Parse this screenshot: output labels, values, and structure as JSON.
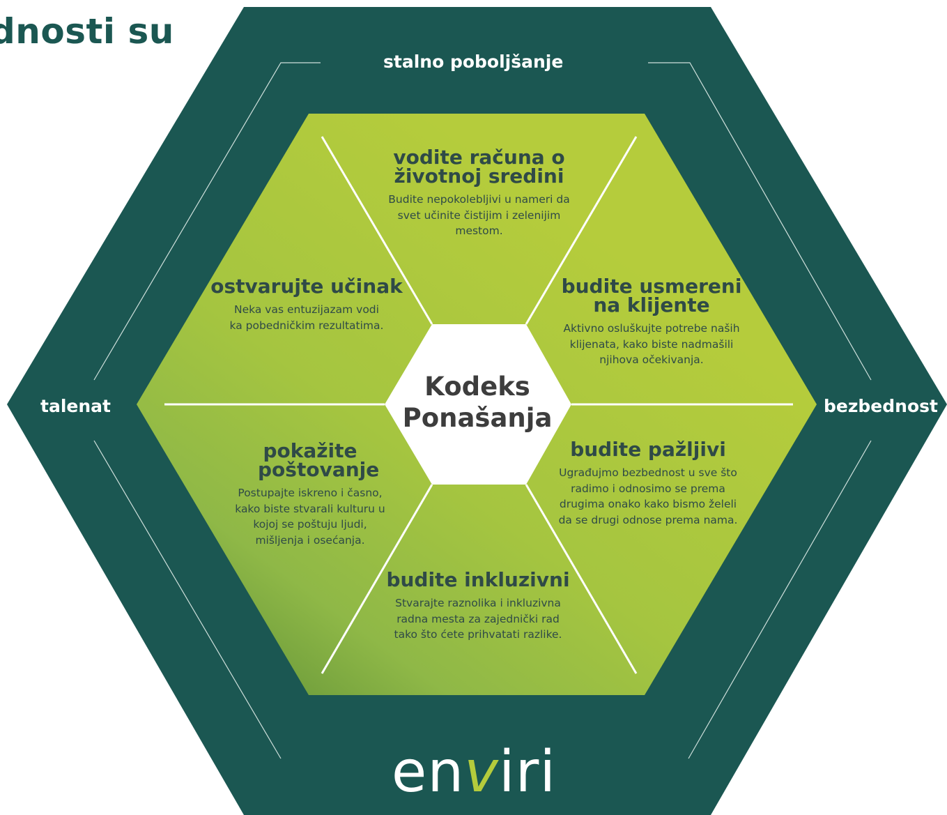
{
  "page_title": "dnosti su",
  "outer_values": {
    "top": "stalno poboljšanje",
    "left": "talenat",
    "right": "bezbednost"
  },
  "center": {
    "line1": "Kodeks",
    "line2": "Ponašanja"
  },
  "segments": {
    "top": {
      "title": "vodite računa o životnoj sredini",
      "description": "Budite nepokolebljivi u nameri da svet učinite čistijim i zelenijim mestom."
    },
    "upper_right": {
      "title": "budite usmereni na klijente",
      "description": "Aktivno osluškujte potrebe naših klijenata, kako biste nadmašili njihova očekivanja."
    },
    "lower_right": {
      "title": "budite pažljivi",
      "description": "Ugrađujmo bezbednost u sve što radimo i odnosimo se prema drugima onako kako bismo želeli da se drugi odnose prema nama."
    },
    "bottom": {
      "title": "budite inkluzivni",
      "description": "Stvarajte raznolika i inkluzivna radna mesta za zajednički rad tako što ćete prihvatati razlike."
    },
    "lower_left": {
      "title": "pokažite poštovanje",
      "description": "Postupajte iskreno i časno, kako biste stvarali kulturu u kojoj se poštuju ljudi, mišljenja i osećanja."
    },
    "upper_left": {
      "title": "ostvarujte učinak",
      "description": "Neka vas entuzijazam vodi ka pobedničkim rezultatima."
    }
  },
  "logo": {
    "part1": "en",
    "accent": "v",
    "part2": "iri"
  },
  "colors": {
    "dark_green": "#1b5752",
    "light_green": "#b5cc3c",
    "mid_green": "#97bf45",
    "deep_green": "#6b9a3a",
    "text_dark": "#2f4a47"
  }
}
